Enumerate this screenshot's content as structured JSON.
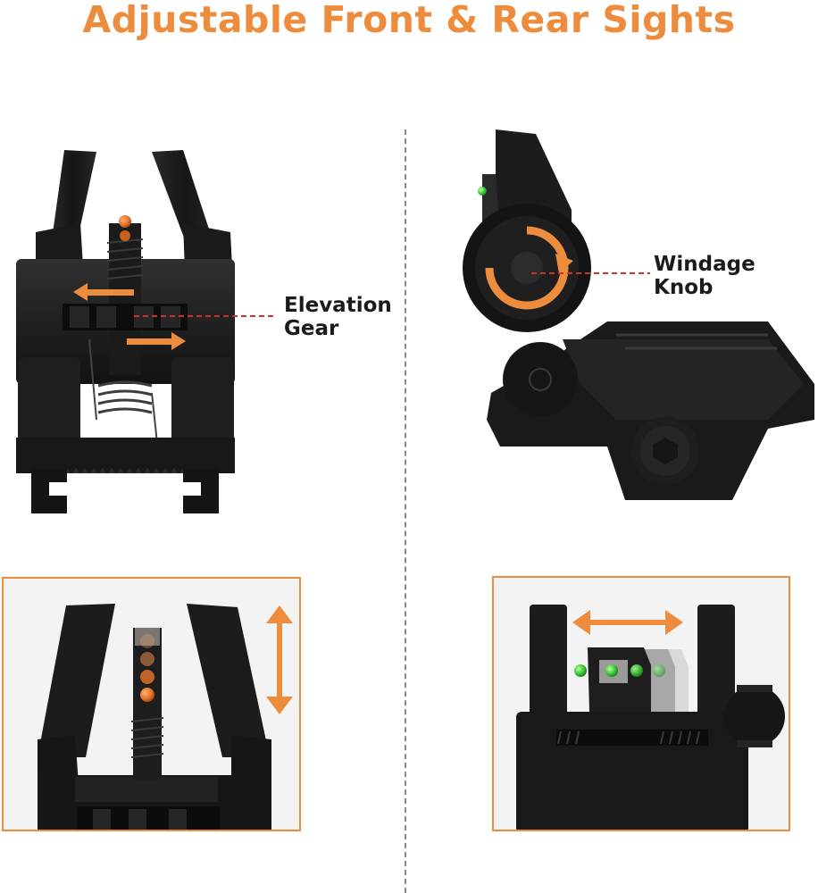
{
  "title": "Adjustable Front & Rear Sights",
  "callouts": {
    "elevation_line1": "Elevation",
    "elevation_line2": "Gear",
    "windage_line1": "Windage",
    "windage_line2": "Knob"
  },
  "colors": {
    "accent": "#ee8c3e",
    "body": "#1c1c1c",
    "leader": "#d03030",
    "fiber_front": "#e8772a",
    "fiber_rear": "#3cc83c"
  }
}
